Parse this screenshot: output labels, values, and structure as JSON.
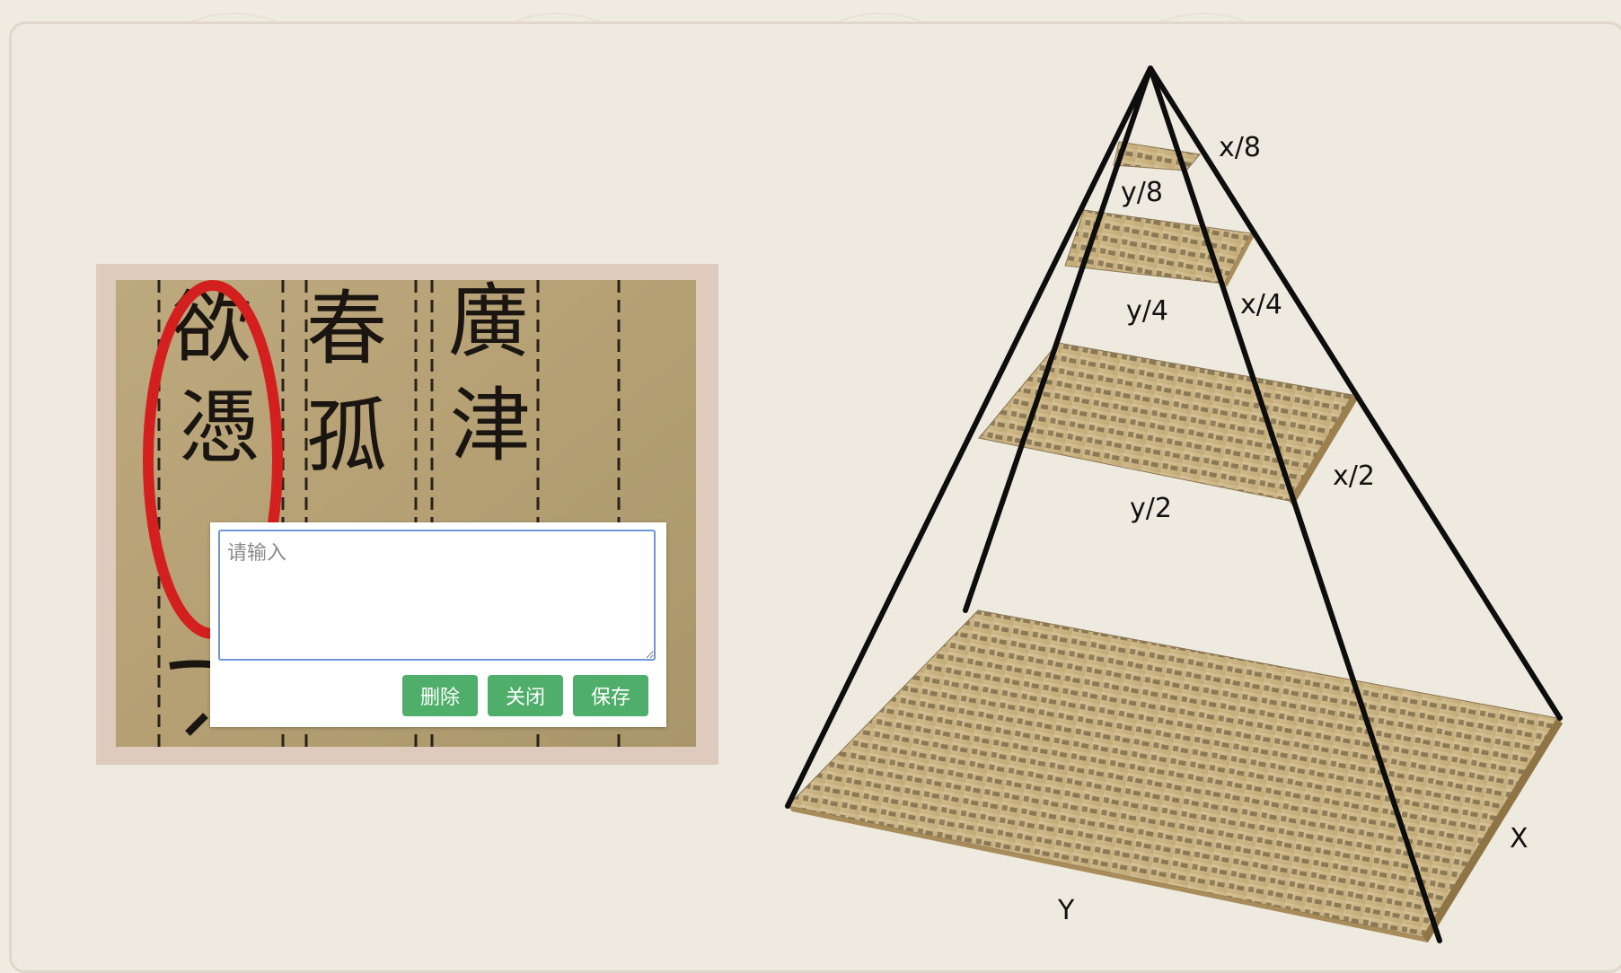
{
  "manuscript": {
    "column_1": [
      "欲",
      "憑"
    ],
    "column_2": [
      "春",
      "孤"
    ],
    "column_3": [
      "廣",
      "津"
    ],
    "highlight_color": "#d41f1f"
  },
  "annotation_popup": {
    "placeholder": "请输入",
    "buttons": {
      "delete": "删除",
      "close": "关闭",
      "save": "保存"
    },
    "button_color": "#4fae6a"
  },
  "pyramid": {
    "labels": {
      "x8": "x/8",
      "y8": "y/8",
      "x4": "x/4",
      "y4": "y/4",
      "x2": "x/2",
      "y2": "y/2",
      "X": "X",
      "Y": "Y"
    }
  }
}
